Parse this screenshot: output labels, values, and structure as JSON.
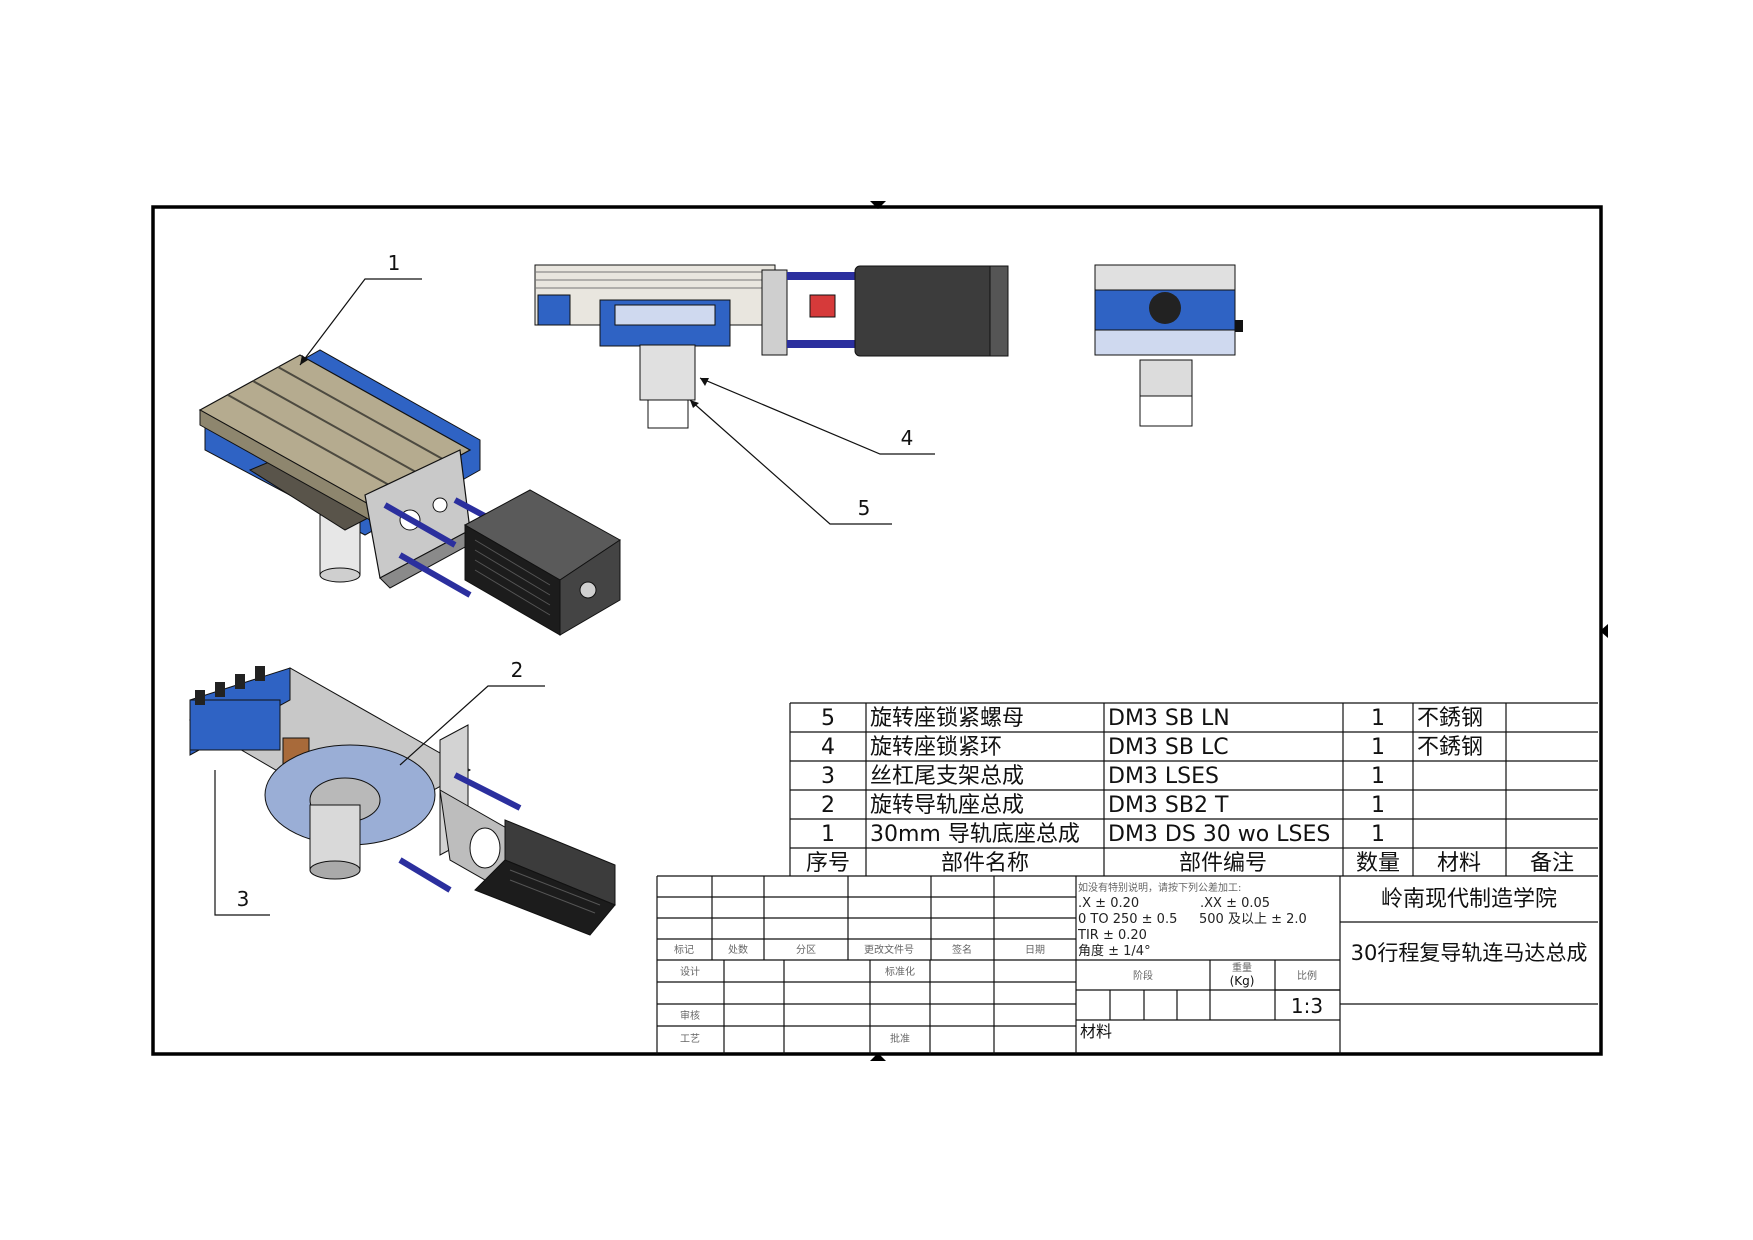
{
  "balloons": [
    "1",
    "2",
    "3",
    "4",
    "5"
  ],
  "bom": {
    "rows": [
      {
        "no": "5",
        "name": "旋转座锁紧螺母",
        "code": "DM3 SB LN",
        "qty": "1",
        "material": "不銹钢",
        "remark": ""
      },
      {
        "no": "4",
        "name": "旋转座锁紧环",
        "code": "DM3 SB LC",
        "qty": "1",
        "material": "不銹钢",
        "remark": ""
      },
      {
        "no": "3",
        "name": "丝杠尾支架总成",
        "code": "DM3 LSES",
        "qty": "1",
        "material": "",
        "remark": ""
      },
      {
        "no": "2",
        "name": "旋转导轨座总成",
        "code": "DM3 SB2 T",
        "qty": "1",
        "material": "",
        "remark": ""
      },
      {
        "no": "1",
        "name": "30mm 导轨底座总成",
        "code": "DM3 DS 30 wo LSES",
        "qty": "1",
        "material": "",
        "remark": ""
      }
    ],
    "headers": {
      "no": "序号",
      "name": "部件名称",
      "code": "部件编号",
      "qty": "数量",
      "material": "材料",
      "remark": "备注"
    }
  },
  "title_block": {
    "revision_labels": [
      "标记",
      "处数",
      "分区",
      "更改文件号",
      "签名",
      "日期"
    ],
    "design_label": "设计",
    "standard_label": "标准化",
    "review_label": "审核",
    "process_label": "工艺",
    "approve_label": "批准",
    "tolerance": {
      "note": "如没有特别说明，请按下列公差加工:",
      "x": ".X ± 0.20",
      "xx": ".XX ± 0.05",
      "range1": "0 TO 250 ± 0.5",
      "range2": "500 及以上 ± 2.0",
      "tir": "TIR ± 0.20",
      "angle": "角度 ± 1/4°"
    },
    "stage_label": "阶段",
    "weight_label": "重量",
    "weight_unit": "(Kg)",
    "scale_label": "比例",
    "scale_value": "1:3",
    "material_label": "材料",
    "company": "岭南现代制造学院",
    "drawing_title": "30行程复导轨连马达总成"
  },
  "colors": {
    "blue": "#2f63c4",
    "khaki": "#b5ab8f",
    "motor": "#3c3c3c",
    "bolt_rod": "#2b2f9e",
    "frame": "#000000"
  }
}
